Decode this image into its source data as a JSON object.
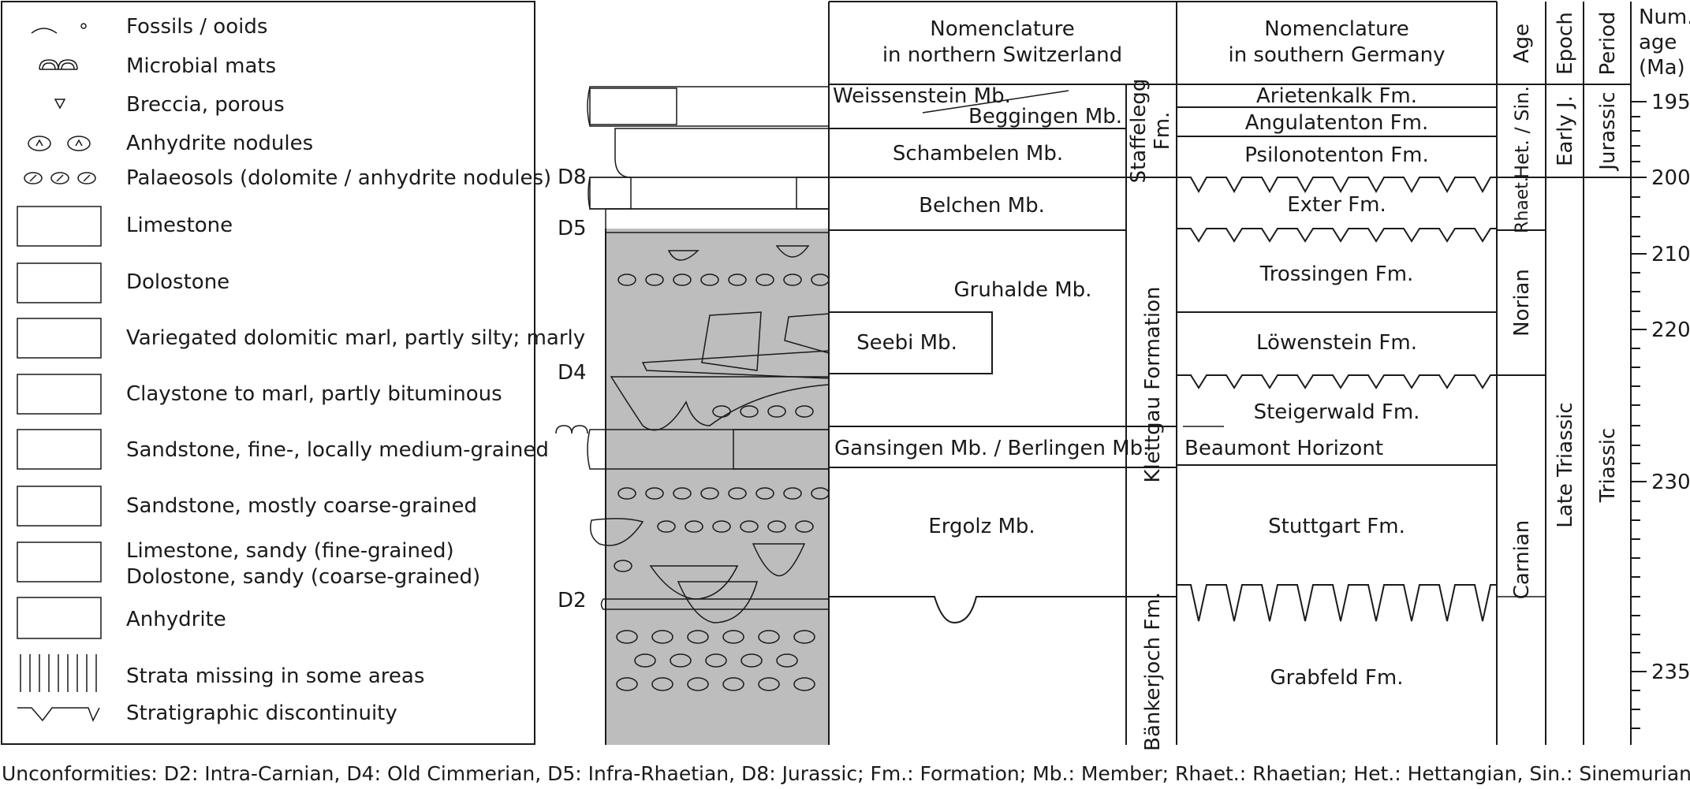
{
  "legend": {
    "items": [
      {
        "id": "fossils",
        "label": "Fossils / ooids"
      },
      {
        "id": "microbial",
        "label": "Microbial mats"
      },
      {
        "id": "breccia",
        "label": "Breccia, porous"
      },
      {
        "id": "anhydrite-nodules",
        "label": "Anhydrite nodules"
      },
      {
        "id": "palaeosols",
        "label": "Palaeosols (dolomite / anhydrite nodules)"
      },
      {
        "id": "limestone",
        "label": "Limestone"
      },
      {
        "id": "dolostone",
        "label": "Dolostone"
      },
      {
        "id": "marl",
        "label": "Variegated dolomitic marl, partly silty; marly"
      },
      {
        "id": "claystone",
        "label": "Claystone to marl, partly bituminous"
      },
      {
        "id": "sandstone-fine",
        "label": "Sandstone, fine-, locally medium-grained"
      },
      {
        "id": "sandstone-coarse",
        "label": "Sandstone, mostly coarse-grained"
      },
      {
        "id": "sandy-carbonates",
        "label": "Limestone, sandy (fine-grained)",
        "label2": "Dolostone, sandy (coarse-grained)"
      },
      {
        "id": "anhydrite",
        "label": "Anhydrite"
      },
      {
        "id": "strata-missing",
        "label": "Strata missing in some areas"
      },
      {
        "id": "discontinuity",
        "label": "Stratigraphic discontinuity"
      }
    ]
  },
  "unconformity_labels": [
    "D8",
    "D5",
    "D4",
    "D2"
  ],
  "headers": {
    "switzerland_line1": "Nomenclature",
    "switzerland_line2": "in northern Switzerland",
    "germany_line1": "Nomenclature",
    "germany_line2": "in southern Germany",
    "age": "Age",
    "epoch": "Epoch",
    "period": "Period",
    "numage_line1": "Num.",
    "numage_line2": "age",
    "numage_line3": "(Ma)"
  },
  "switzerland_units": {
    "weissenstein": "Weissenstein Mb.",
    "beggingen": "Beggingen Mb.",
    "schambelen": "Schambelen Mb.",
    "belchen": "Belchen Mb.",
    "gruhalde": "Gruhalde Mb.",
    "seebi": "Seebi Mb.",
    "gansingen": "Gansingen Mb. / Berlingen Mb.",
    "ergolz": "Ergolz Mb."
  },
  "formations": {
    "staffelegg_line1": "Staffelegg",
    "staffelegg_line2": "Fm.",
    "klettgau": "Klettgau Formation",
    "baenkerjoch": "Bänkerjoch Fm."
  },
  "germany_units": {
    "arietenkalk": "Arietenkalk Fm.",
    "angulatenton": "Angulatenton Fm.",
    "psilonotenton": "Psilonotenton Fm.",
    "exter": "Exter Fm.",
    "trossingen": "Trossingen Fm.",
    "loewenstein": "Löwenstein Fm.",
    "steigerwald": "Steigerwald Fm.",
    "beaumont": "Beaumont Horizont",
    "stuttgart": "Stuttgart Fm.",
    "grabfeld": "Grabfeld Fm."
  },
  "ages": {
    "het_sin": "Het. / Sin.",
    "rhaet": "Rhaet.",
    "norian": "Norian",
    "carnian": "Carnian"
  },
  "epochs": {
    "early_j": "Early J.",
    "late_triassic": "Late Triassic"
  },
  "periods": {
    "jurassic": "Jurassic",
    "triassic": "Triassic"
  },
  "numeric_ages": [
    "195",
    "200",
    "210",
    "220",
    "230",
    "235"
  ],
  "footer": "Unconformities: D2: Intra-Carnian, D4: Old Cimmerian, D5: Infra-Rhaetian, D8: Jurassic;  Fm.: Formation; Mb.: Member; Rhaet.: Rhaetian; Het.: Hettangian, Sin.: Sinemurian; J.: Jurassic",
  "colors": {
    "marl_grey": "#bdbdbd",
    "claystone_dark": "#6b6b6b",
    "line": "#1a1a1a"
  }
}
